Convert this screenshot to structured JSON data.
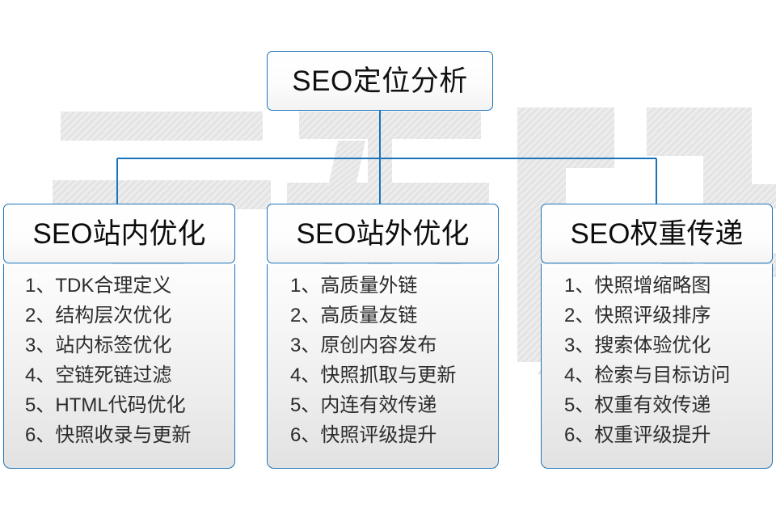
{
  "diagram": {
    "root": {
      "label": "SEO定位分析"
    },
    "branches": [
      {
        "title": "SEO站内优化",
        "items": [
          "1、TDK合理定义",
          "2、结构层次优化",
          "3、站内标签优化",
          "4、空链死链过滤",
          "5、HTML代码优化",
          "6、快照收录与更新"
        ]
      },
      {
        "title": "SEO站外优化",
        "items": [
          "1、高质量外链",
          "2、高质量友链",
          "3、原创内容发布",
          "4、快照抓取与更新",
          "5、内连有效传递",
          "6、快照评级提升"
        ]
      },
      {
        "title": "SEO权重传递",
        "items": [
          "1、快照增缩略图",
          "2、快照评级排序",
          "3、搜索体验优化",
          "4、检索与目标访问",
          "5、权重有效传递",
          "6、权重评级提升"
        ]
      }
    ],
    "watermark": {
      "text": "云无限"
    },
    "colors": {
      "border": "#1a74bb",
      "connector": "#1a74bb",
      "text": "#111111",
      "list_text": "#2c2c2c",
      "watermark": "#ececec",
      "background": "#ffffff"
    }
  }
}
